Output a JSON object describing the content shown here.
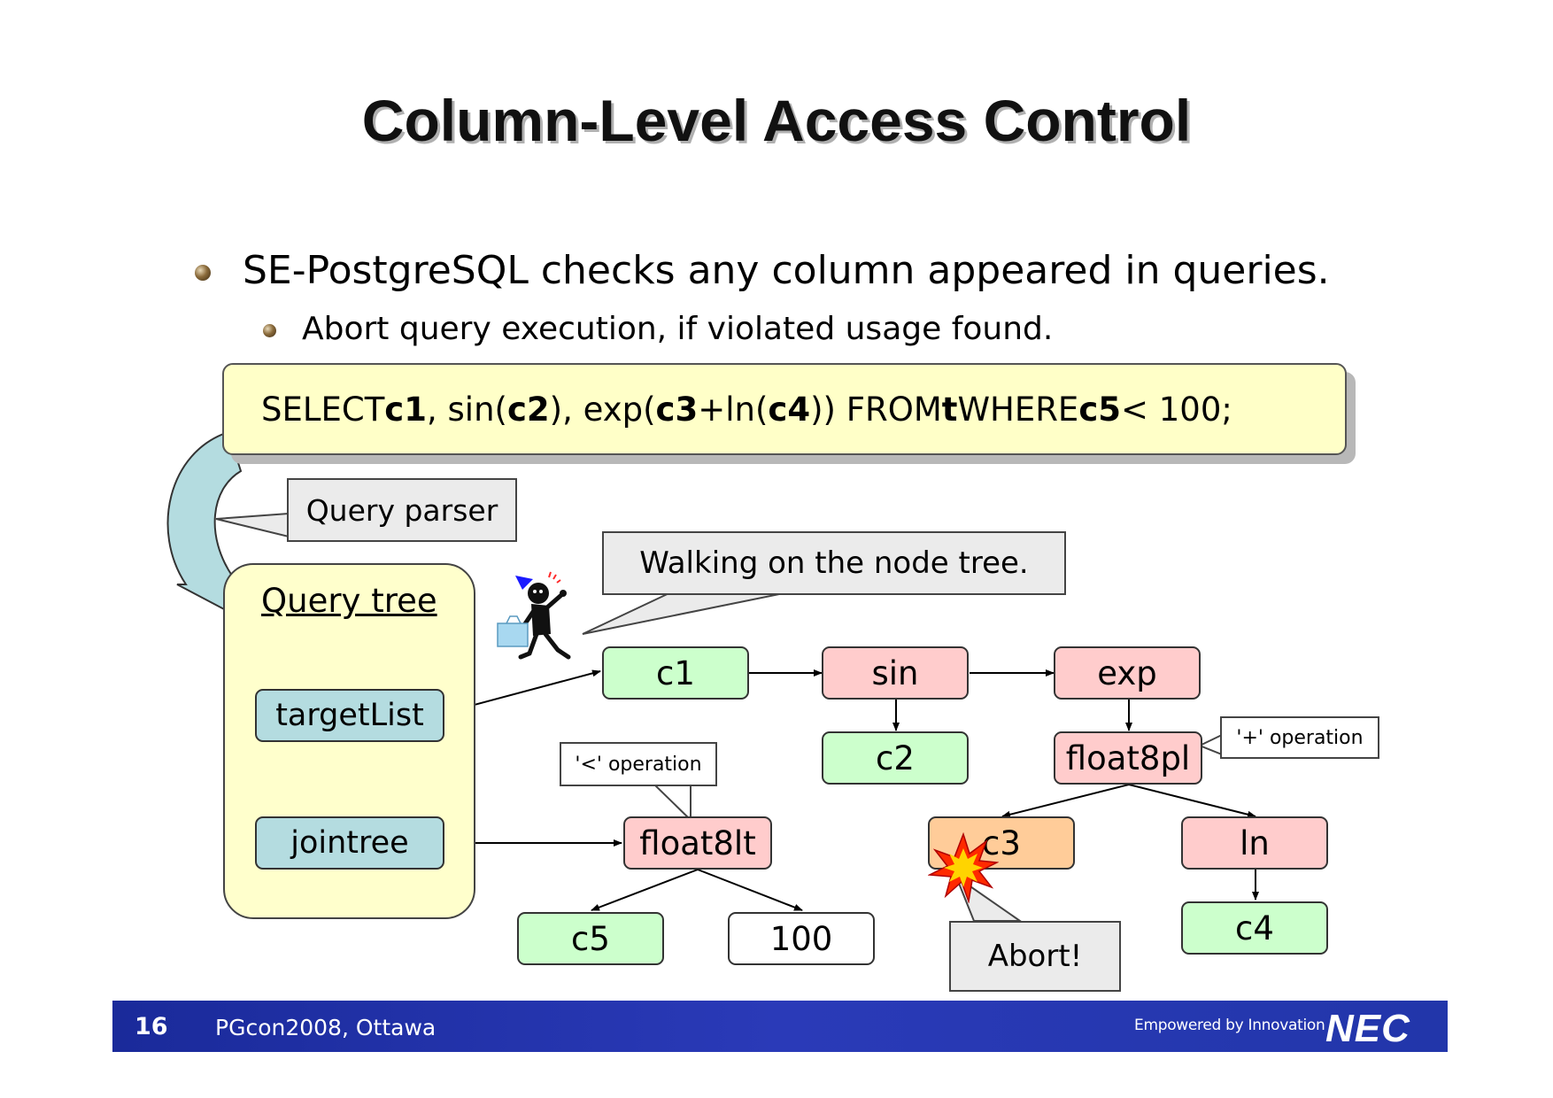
{
  "slide": {
    "title": "Column-Level Access Control",
    "bullet1": "SE-PostgreSQL checks any column appeared in queries.",
    "bullet2": "Abort query execution, if violated usage found."
  },
  "sql": {
    "p1": "SELECT ",
    "c1": "c1",
    "p2": ", sin(",
    "c2": "c2",
    "p3": "), exp(",
    "c3": "c3",
    "p4": "+ln(",
    "c4": "c4",
    "p5": ")) FROM ",
    "t": "t",
    "p6": " WHERE ",
    "c5": "c5",
    "p7": " < 100;"
  },
  "callouts": {
    "parser": "Query parser",
    "walking": "Walking on the node tree.",
    "lt_op": "'<' operation",
    "plus_op": "'+' operation",
    "abort": "Abort!"
  },
  "query_tree": {
    "label": "Query tree",
    "target_list": "targetList",
    "join_tree": "jointree"
  },
  "nodes": {
    "c1": "c1",
    "sin": "sin",
    "exp": "exp",
    "c2": "c2",
    "float8pl": "float8pl",
    "c3": "c3",
    "ln": "ln",
    "c4": "c4",
    "float8lt": "float8lt",
    "c5": "c5",
    "v100": "100"
  },
  "footer": {
    "page": "16",
    "conference": "PGcon2008, Ottawa",
    "tagline": "Empowered by Innovation",
    "logo": "NEC"
  },
  "colors": {
    "column_node": "#ccffcc",
    "function_node": "#ffcccc",
    "violated_node": "#ffcc99",
    "query_tree_bg": "#ffffcc",
    "sql_box_bg": "#ffffc8",
    "footer_bar": "#2236aa"
  }
}
